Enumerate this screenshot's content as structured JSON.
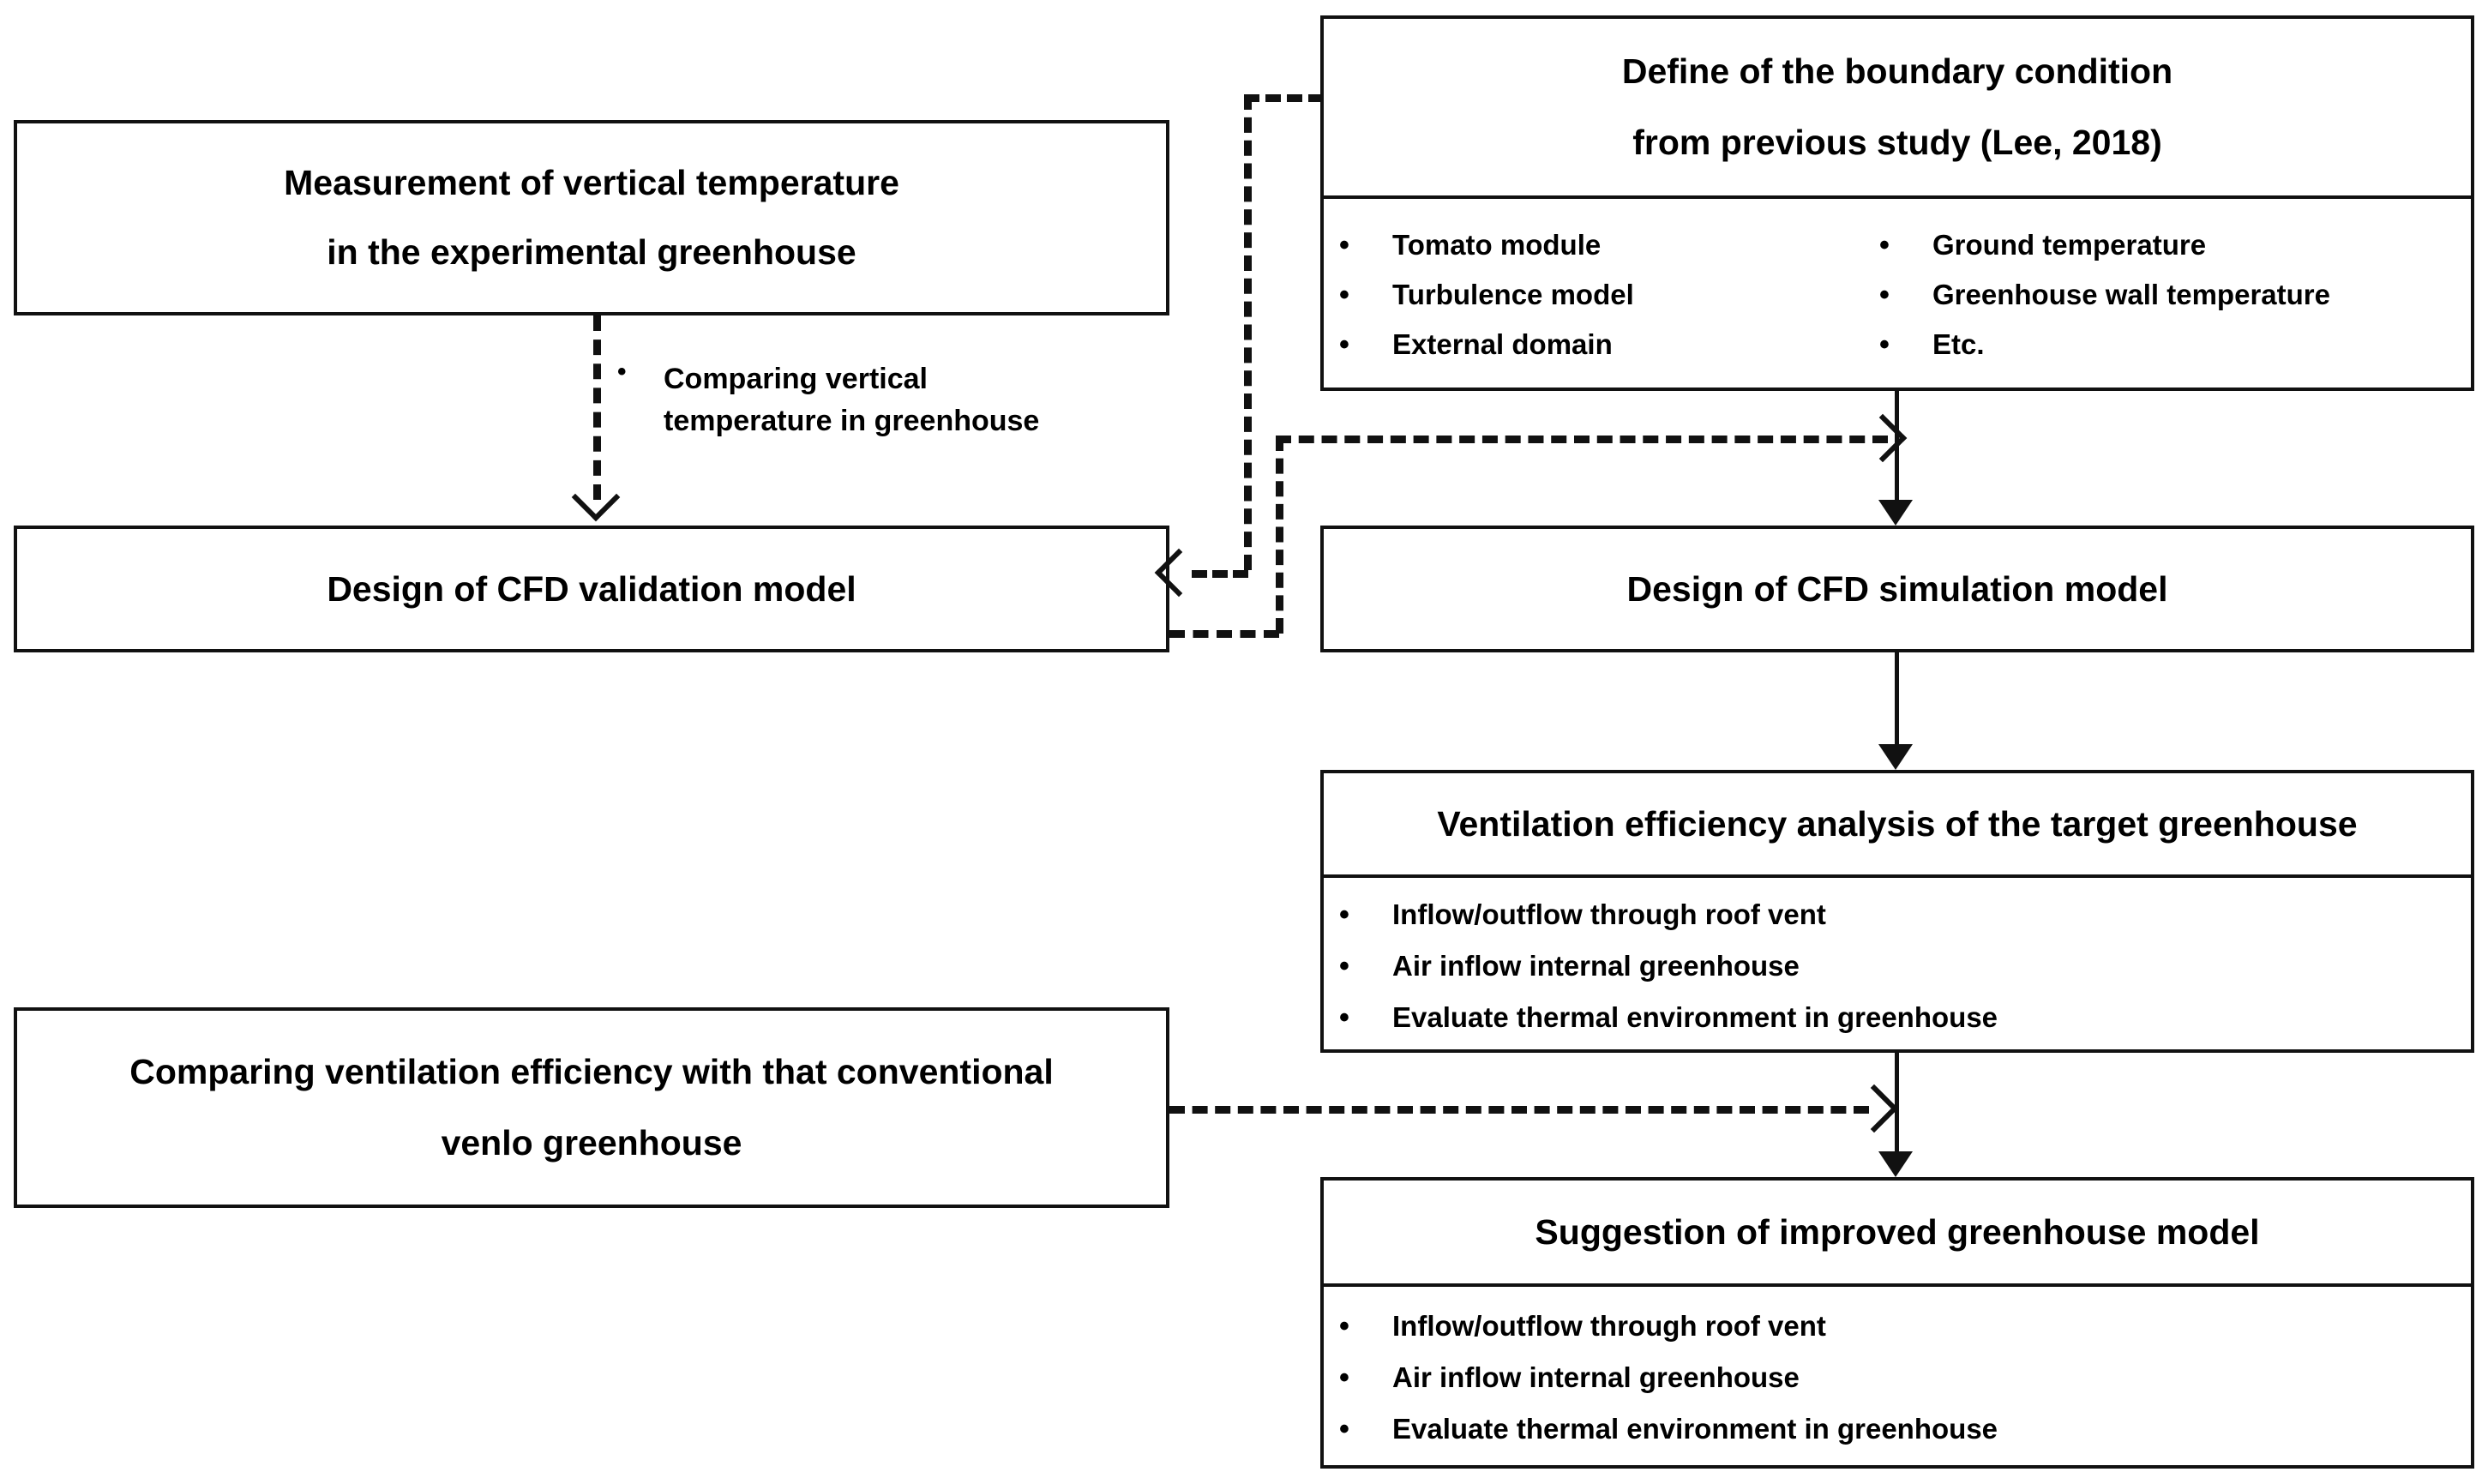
{
  "diagram": {
    "title": "CFD greenhouse study research flowchart",
    "colors": {
      "stroke": "#111111",
      "background": "#ffffff",
      "text": "#000000"
    }
  },
  "boxes": {
    "measurement": {
      "name": "Measurement of vertical temperature in the experimental greenhouse",
      "line1": "Measurement of vertical temperature",
      "line2": "in the experimental greenhouse"
    },
    "boundary_condition": {
      "line1": "Define of the boundary condition",
      "line2": "from previous study (Lee, 2018)",
      "bullets_left": [
        "Tomato module",
        "Turbulence model",
        "External domain"
      ],
      "bullets_right": [
        "Ground temperature",
        "Greenhouse wall temperature",
        "Etc."
      ]
    },
    "validation_model": {
      "line1": "Design of CFD validation model"
    },
    "simulation_model": {
      "line1": "Design of CFD simulation model"
    },
    "ventilation_analysis": {
      "line1": "Ventilation efficiency analysis of the target greenhouse",
      "bullets": [
        "Inflow/outflow through roof vent",
        "Air inflow internal greenhouse",
        "Evaluate thermal environment in greenhouse"
      ]
    },
    "comparing_ventilation": {
      "line1": "Comparing ventilation efficiency with that conventional",
      "line2": "venlo greenhouse"
    },
    "suggestion_model": {
      "line1": "Suggestion of  improved greenhouse model",
      "bullets": [
        "Inflow/outflow through roof vent",
        "Air inflow internal greenhouse",
        "Evaluate thermal environment in greenhouse"
      ]
    }
  },
  "annotations": {
    "comparing_vertical": {
      "bullet": "•",
      "line1": "Comparing vertical",
      "line2": "temperature in greenhouse"
    }
  },
  "glyphs": {
    "bullet": "•"
  }
}
